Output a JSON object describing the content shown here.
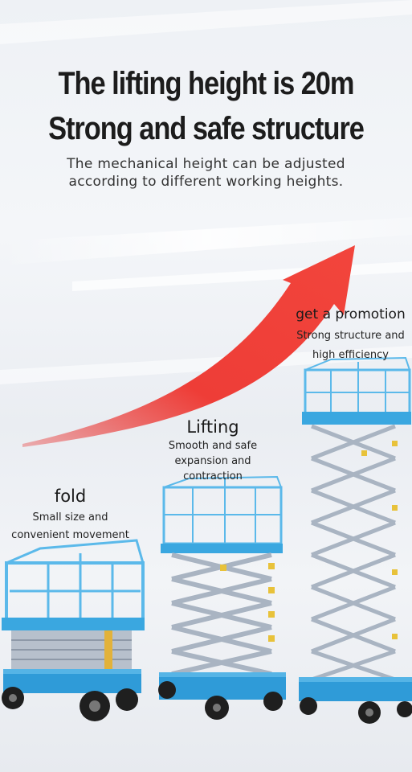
{
  "header": {
    "line1": "The lifting height is 20m",
    "line2": "Strong and safe structure"
  },
  "subtitle": {
    "line1": "The mechanical height can be adjusted",
    "line2": "according to different working heights."
  },
  "stages": {
    "fold": {
      "title": "fold",
      "desc1": "Small size and",
      "desc2": "convenient movement"
    },
    "lifting": {
      "title": "Lifting",
      "desc1": "Smooth and safe",
      "desc2": "expansion and",
      "desc3": "contraction"
    },
    "promotion": {
      "title": "get a promotion",
      "desc1": "Strong structure and",
      "desc2": "high efficiency"
    }
  },
  "colors": {
    "arrow": "#e8312f",
    "platform_blue": "#3aa7e0",
    "rail_blue": "#5bb9ea",
    "scissor_gray": "#a9b4c2",
    "tire": "#1f1f1f"
  },
  "icons": {
    "arrow": "growth-arrow-icon",
    "machine": "scissor-lift-icon"
  }
}
